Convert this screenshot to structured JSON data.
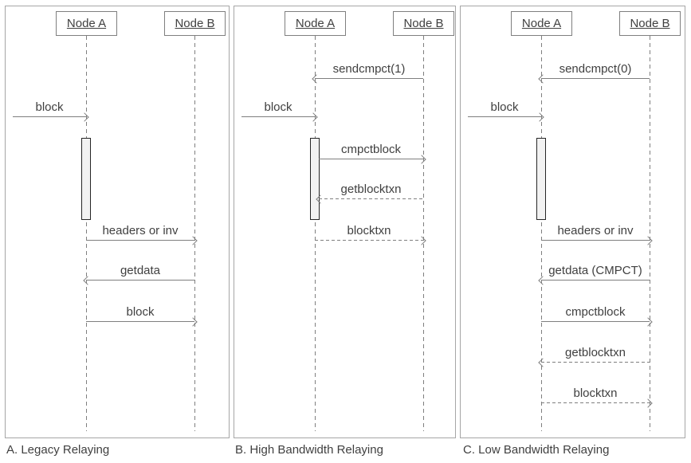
{
  "palette": {
    "panel_border": "#a6a6a6",
    "node_border": "#7f7f7f",
    "arrow_color": "#7f7f7f",
    "text_color": "#404040",
    "activation_fill": "#f2f2f2",
    "activation_border": "#262626"
  },
  "panels": [
    {
      "caption": "A. Legacy Relaying",
      "node_a": "Node A",
      "node_b": "Node B",
      "messages": [
        {
          "label": "block",
          "from": "external",
          "to": "Node A",
          "style": "solid"
        },
        {
          "label": "headers or inv",
          "from": "Node A",
          "to": "Node B",
          "style": "solid"
        },
        {
          "label": "getdata",
          "from": "Node B",
          "to": "Node A",
          "style": "solid"
        },
        {
          "label": "block",
          "from": "Node A",
          "to": "Node B",
          "style": "solid"
        }
      ]
    },
    {
      "caption": "B. High Bandwidth Relaying",
      "node_a": "Node A",
      "node_b": "Node B",
      "messages": [
        {
          "label": "sendcmpct(1)",
          "from": "Node B",
          "to": "Node A",
          "style": "solid"
        },
        {
          "label": "block",
          "from": "external",
          "to": "Node A",
          "style": "solid"
        },
        {
          "label": "cmpctblock",
          "from": "Node A",
          "to": "Node B",
          "style": "solid"
        },
        {
          "label": "getblocktxn",
          "from": "Node B",
          "to": "Node A",
          "style": "dashed"
        },
        {
          "label": "blocktxn",
          "from": "Node A",
          "to": "Node B",
          "style": "dashed"
        }
      ]
    },
    {
      "caption": "C. Low Bandwidth Relaying",
      "node_a": "Node A",
      "node_b": "Node B",
      "messages": [
        {
          "label": "sendcmpct(0)",
          "from": "Node B",
          "to": "Node A",
          "style": "solid"
        },
        {
          "label": "block",
          "from": "external",
          "to": "Node A",
          "style": "solid"
        },
        {
          "label": "headers or inv",
          "from": "Node A",
          "to": "Node B",
          "style": "solid"
        },
        {
          "label": "getdata (CMPCT)",
          "from": "Node B",
          "to": "Node A",
          "style": "solid"
        },
        {
          "label": "cmpctblock",
          "from": "Node A",
          "to": "Node B",
          "style": "solid"
        },
        {
          "label": "getblocktxn",
          "from": "Node B",
          "to": "Node A",
          "style": "dashed"
        },
        {
          "label": "blocktxn",
          "from": "Node A",
          "to": "Node B",
          "style": "dashed"
        }
      ]
    }
  ]
}
